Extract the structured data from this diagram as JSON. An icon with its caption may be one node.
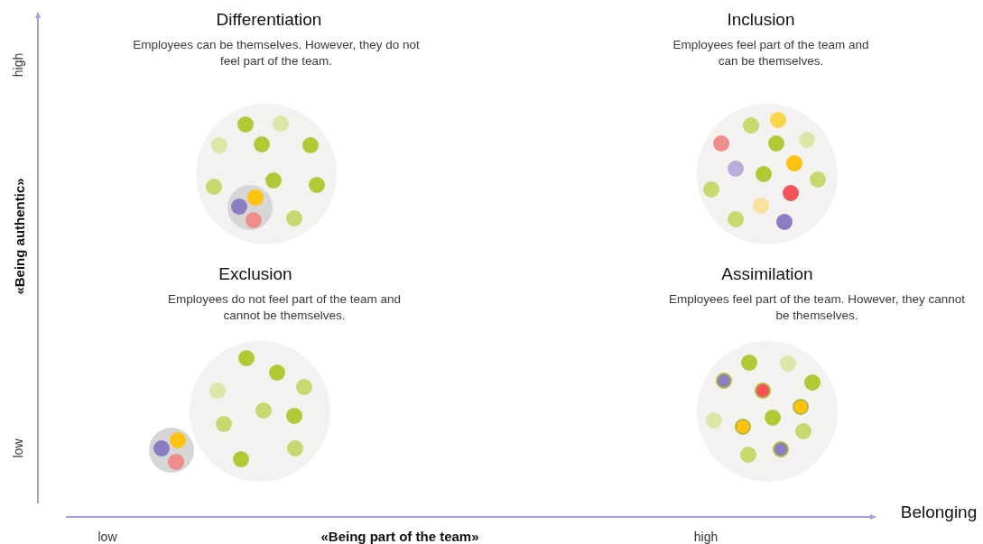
{
  "diagram": {
    "labels": [
      "Differentiation",
      "Employees can be themselves. However, they do not feel part of the team.",
      "Inclusion",
      "Employees feel part of the team and can be themselves.",
      "high",
      "«Being authentic»",
      "Exclusion",
      "Employees do not feel part of the team and cannot be themselves.",
      "Assimilation",
      "Employees feel part of the team. However, they cannot be themselves.",
      "low",
      "Belonging",
      "low",
      "«Being part of the team»",
      "high"
    ]
  }
}
